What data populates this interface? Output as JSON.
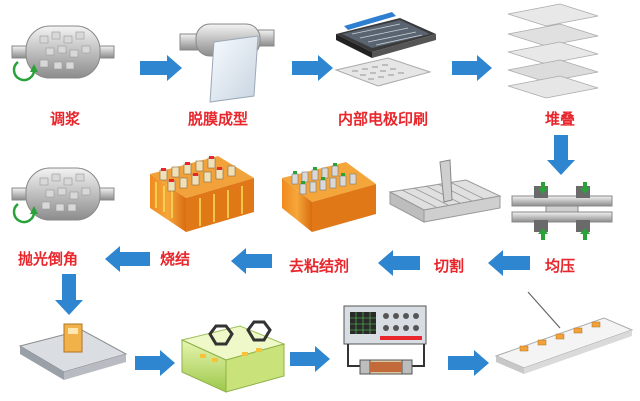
{
  "steps": {
    "slurry": "调浆",
    "tape_casting": "脱膜成型",
    "electrode_printing": "内部电极印刷",
    "stacking": "堆叠",
    "pressing": "均压",
    "cutting": "切割",
    "binder_removal": "去粘结剂",
    "sintering": "烧结",
    "polishing": "抛光倒角"
  },
  "colors": {
    "label": "#e8262c",
    "arrow": "#2e86d0"
  },
  "icons": [
    "drum-mill",
    "film-roll",
    "screen-printer",
    "stacked-sheets",
    "press-rollers",
    "cutter",
    "kiln-tray",
    "sintered-block",
    "drum-mill",
    "plating-bath",
    "test-instrument",
    "chip-resistor",
    "wafer-plate"
  ]
}
